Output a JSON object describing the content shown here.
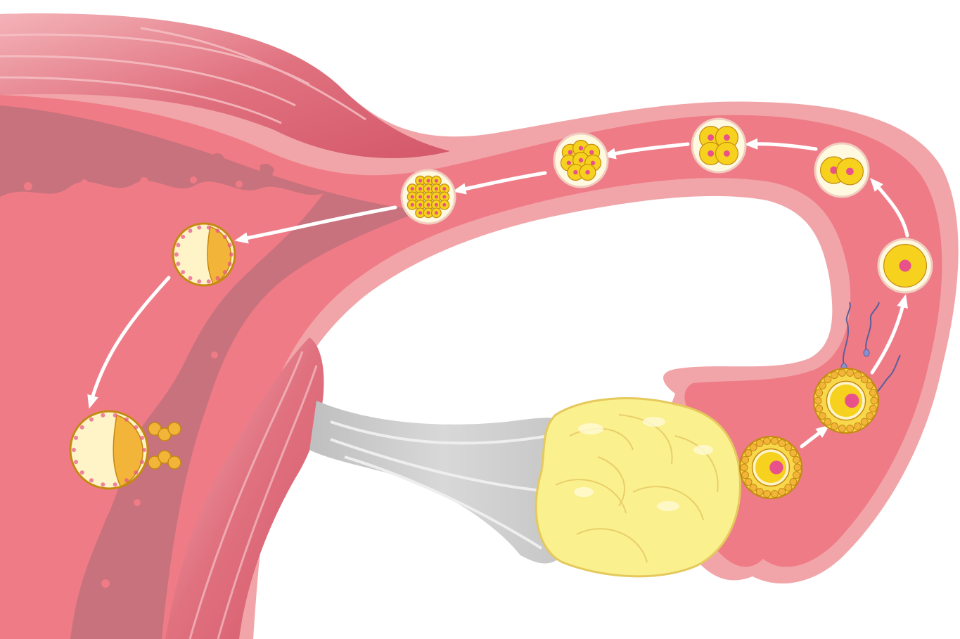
{
  "diagram": {
    "labels": [],
    "colors": {
      "background": "#ffffff",
      "tissue_outer": "#f1a5a8",
      "tissue_main": "#ef7b86",
      "tissue_dark": "#c96d78",
      "cavity": "#c7727c",
      "muscle_light": "#f3b0b5",
      "muscle_dark": "#d95c6d",
      "ligament": "#c9c9c9",
      "ovary": "#fbf08e",
      "ovary_outline": "#e5c95c",
      "cell_fill": "#f6d21e",
      "cell_outline": "#c48a10",
      "nucleus": "#e8518a",
      "zona": "#fff3c8",
      "arrow": "#ffffff",
      "sperm": "#5b5f9a"
    },
    "stages": [
      "ovulated-oocyte",
      "fertilization",
      "zygote",
      "two-cell",
      "four-cell",
      "eight-cell",
      "morula",
      "blastocyst",
      "implantation"
    ]
  }
}
